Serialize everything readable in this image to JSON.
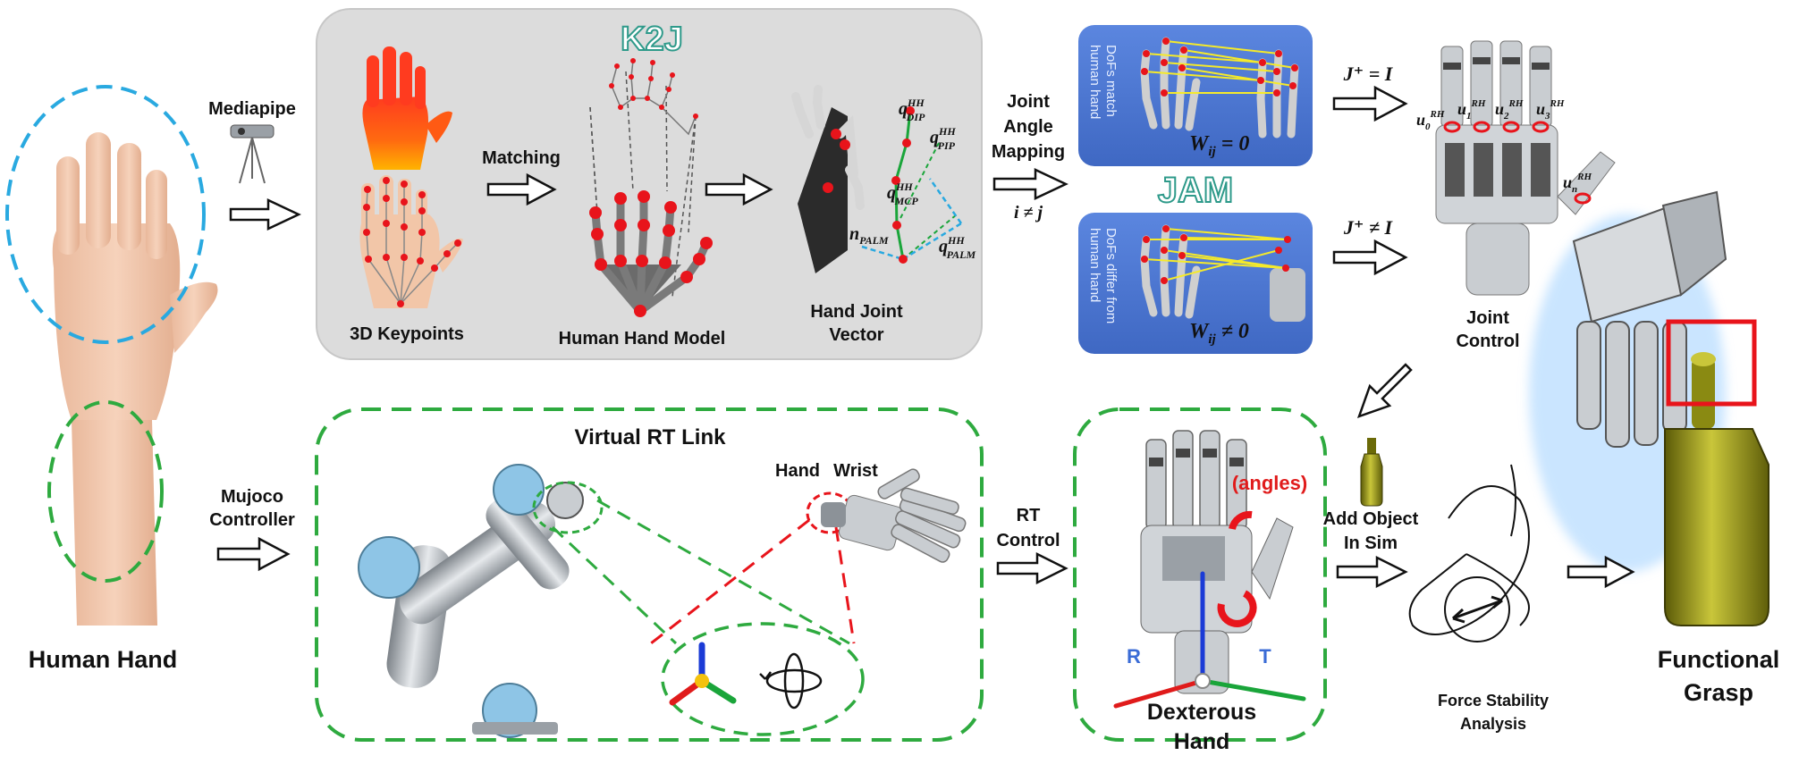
{
  "labels": {
    "human_hand": "Human Hand",
    "mediapipe": "Mediapipe",
    "mujoco_line1": "Mujoco",
    "mujoco_line2": "Controller",
    "k2j": "K2J",
    "matching": "Matching",
    "keypoints_3d": "3D Keypoints",
    "human_hand_model": "Human Hand Model",
    "hand_joint_vector_line1": "Hand Joint",
    "hand_joint_vector_line2": "Vector",
    "joint_angle_mapping_line1": "Joint",
    "joint_angle_mapping_line2": "Angle",
    "joint_angle_mapping_line3": "Mapping",
    "i_neq_j": "i ≠ j",
    "jam": "JAM",
    "dofs_match_line1": "DoFs match",
    "dofs_match_line2": "human hand",
    "dofs_differ_line1": "DoFs differ from",
    "dofs_differ_line2": "human hand",
    "w_eq_zero": "W",
    "w_eq_zero_sub": "ij",
    "w_eq_zero_rest": " = 0",
    "w_neq_zero": "W",
    "w_neq_zero_sub": "ij",
    "w_neq_zero_rest": " ≠ 0",
    "j_plus_eq_i": "J⁺ = I",
    "j_plus_neq_i": "J⁺ ≠ I",
    "joint_control_line1": "Joint",
    "joint_control_line2": "Control",
    "virtual_rt_link": "Virtual RT Link",
    "hand": "Hand",
    "wrist": "Wrist",
    "rt_control_line1": "RT",
    "rt_control_line2": "Control",
    "angles": "(angles)",
    "axis_r": "R",
    "axis_t": "T",
    "dexterous_line1": "Dexterous",
    "dexterous_line2": "Hand",
    "add_object_line1": "Add Object",
    "add_object_line2": "In Sim",
    "force_line1": "Force Stability",
    "force_line2": "Analysis",
    "functional_line1": "Functional",
    "functional_line2": "Grasp",
    "q_dip": "q",
    "q_pip": "q",
    "q_mcp": "q",
    "q_palm": "q",
    "n_palm": "n",
    "sup_hh": "HH",
    "sub_dip": "DIP",
    "sub_pip": "PIP",
    "sub_mcp": "MCP",
    "sub_palm": "PALM",
    "u0": "u",
    "u1": "u",
    "u2": "u",
    "u3": "u",
    "un": "u",
    "sup_rh": "RH",
    "sub_0": "0",
    "sub_1": "1",
    "sub_2": "2",
    "sub_3": "3",
    "sub_n": "n"
  },
  "colors": {
    "cyan_dash": "#29a9e0",
    "green_dash": "#2eaa3f",
    "k2j_panel": "#d9d9d9",
    "jam_panel": "#4f7bd6",
    "keypoint_red": "#e8141b",
    "skin": "#f2c6a8",
    "robot_gray": "#9aa0a6",
    "robot_blue": "#8ec5e6",
    "bottle": "#8a8a12",
    "axis_red": "#e01b1b",
    "axis_green": "#1aa53a",
    "axis_blue": "#1b3bd6",
    "axis_yellow": "#f4c20d"
  },
  "icons": [
    "camera-icon",
    "human-hand-illustration",
    "robot-arm-illustration",
    "robot-hand-illustration",
    "bottle-icon",
    "rotation-icon",
    "coordinate-axes-icon"
  ]
}
